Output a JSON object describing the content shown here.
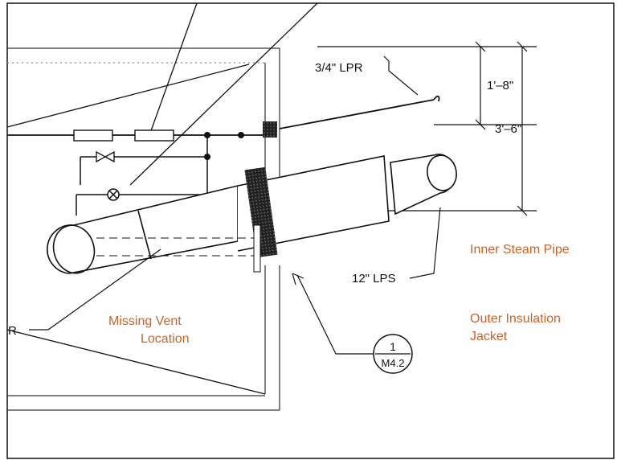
{
  "drawing": {
    "labels": {
      "lpr_pipe": "3/4\" LPR",
      "dim_upper": "1'–8\"",
      "dim_lower": "3'–6\"",
      "lps_pipe": "12\" LPS",
      "left_cut": "R",
      "section_number": "1",
      "section_sheet": "M4.2"
    },
    "annotations": {
      "inner_pipe": "Inner Steam Pipe",
      "outer_jacket_line1": "Outer Insulation",
      "outer_jacket_line2": "Jacket",
      "missing_vent_line1": "Missing Vent",
      "missing_vent_line2": "Location"
    },
    "colors": {
      "annotation": "#c8642a",
      "linework": "#111111",
      "background": "#ffffff"
    }
  }
}
